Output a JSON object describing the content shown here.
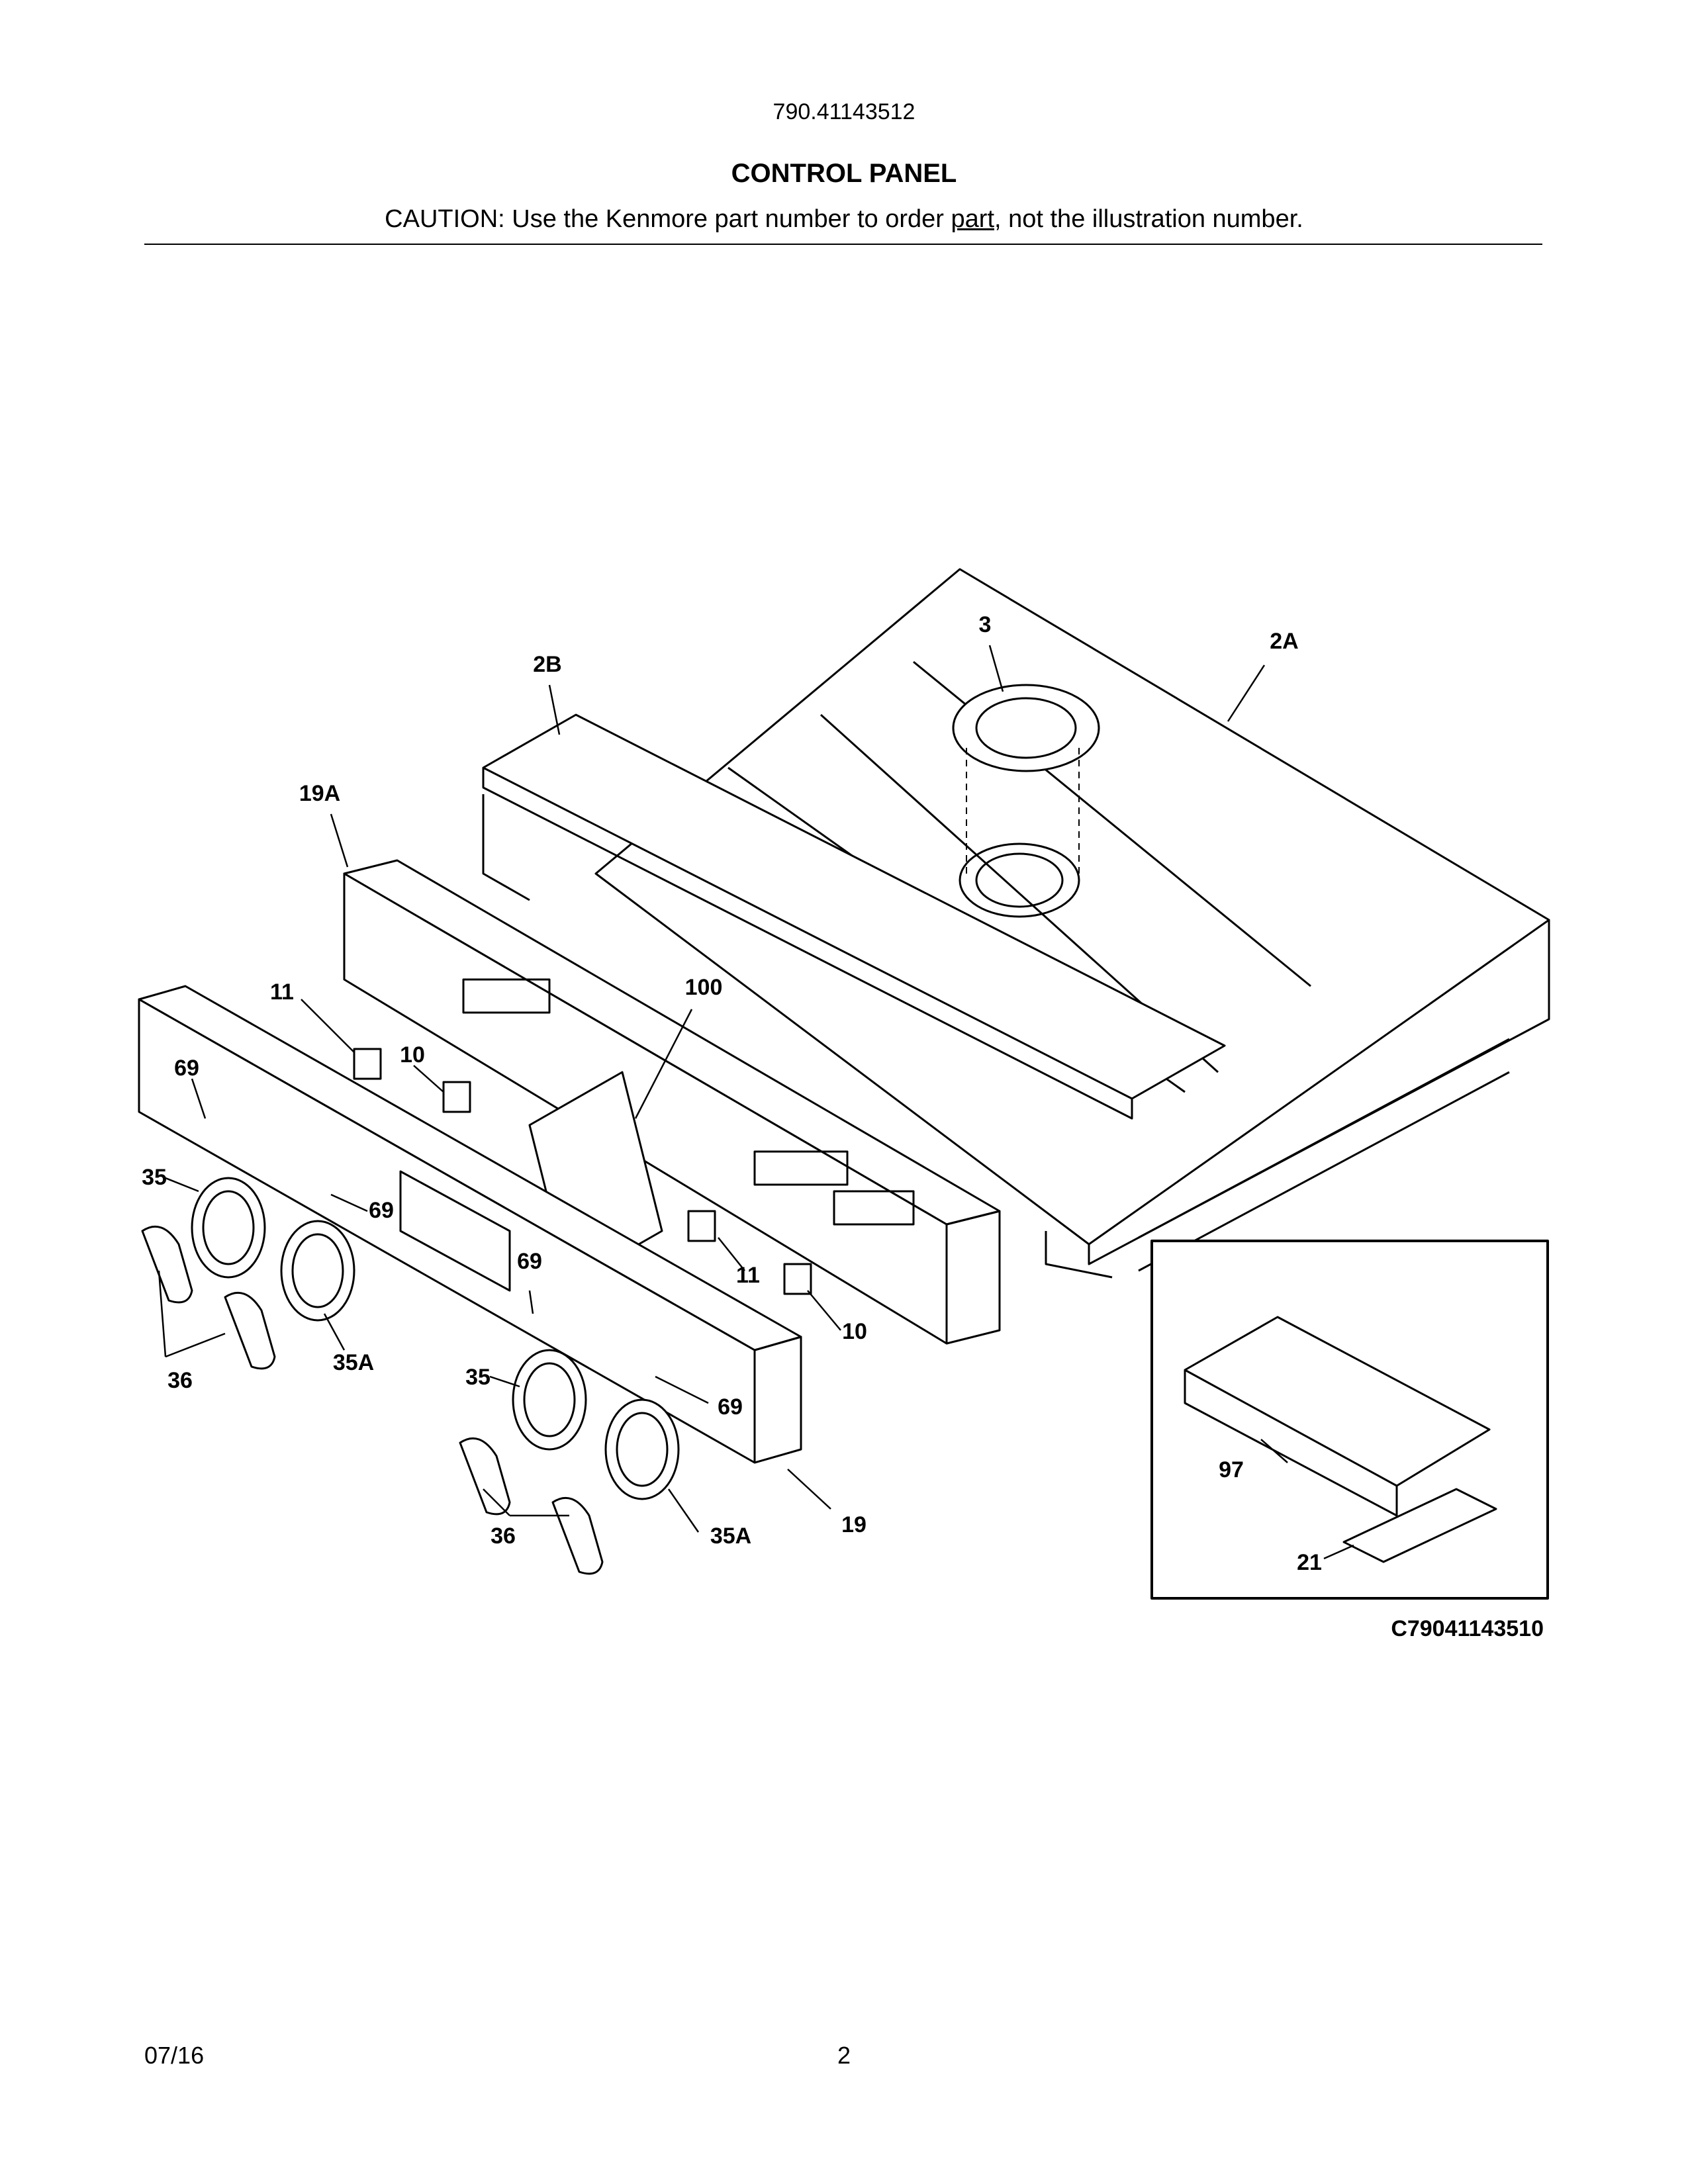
{
  "header": {
    "model_number": "790.41143512",
    "title": "CONTROL PANEL",
    "caution_before": "CAUTION: Use the Kenmore part number to order ",
    "caution_link": "part",
    "caution_after": ", not the illustration number."
  },
  "diagram": {
    "callouts": [
      "3",
      "2A",
      "2B",
      "19A",
      "11",
      "100",
      "69",
      "10",
      "35",
      "69",
      "11",
      "69",
      "10",
      "36",
      "35A",
      "35",
      "69",
      "36",
      "35A",
      "19",
      "97",
      "21"
    ],
    "drawing_code": "C79041143510"
  },
  "footer": {
    "date": "07/16",
    "page_number": "2"
  }
}
